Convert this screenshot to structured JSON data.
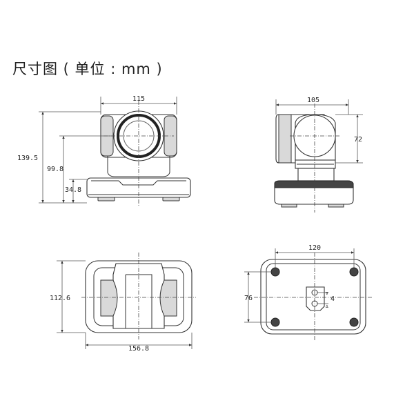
{
  "title": "尺寸图 ( 单位 : mm )",
  "views": {
    "front": {
      "width": "115",
      "height_total": "139.5",
      "height_center": "99.8",
      "height_base": "34.8"
    },
    "side": {
      "depth": "105",
      "head_height": "72"
    },
    "top": {
      "depth": "112.6",
      "width": "156.8"
    },
    "bottom": {
      "hole_spacing_x": "120",
      "hole_spacing_y": "76",
      "small_dim": "4"
    }
  }
}
